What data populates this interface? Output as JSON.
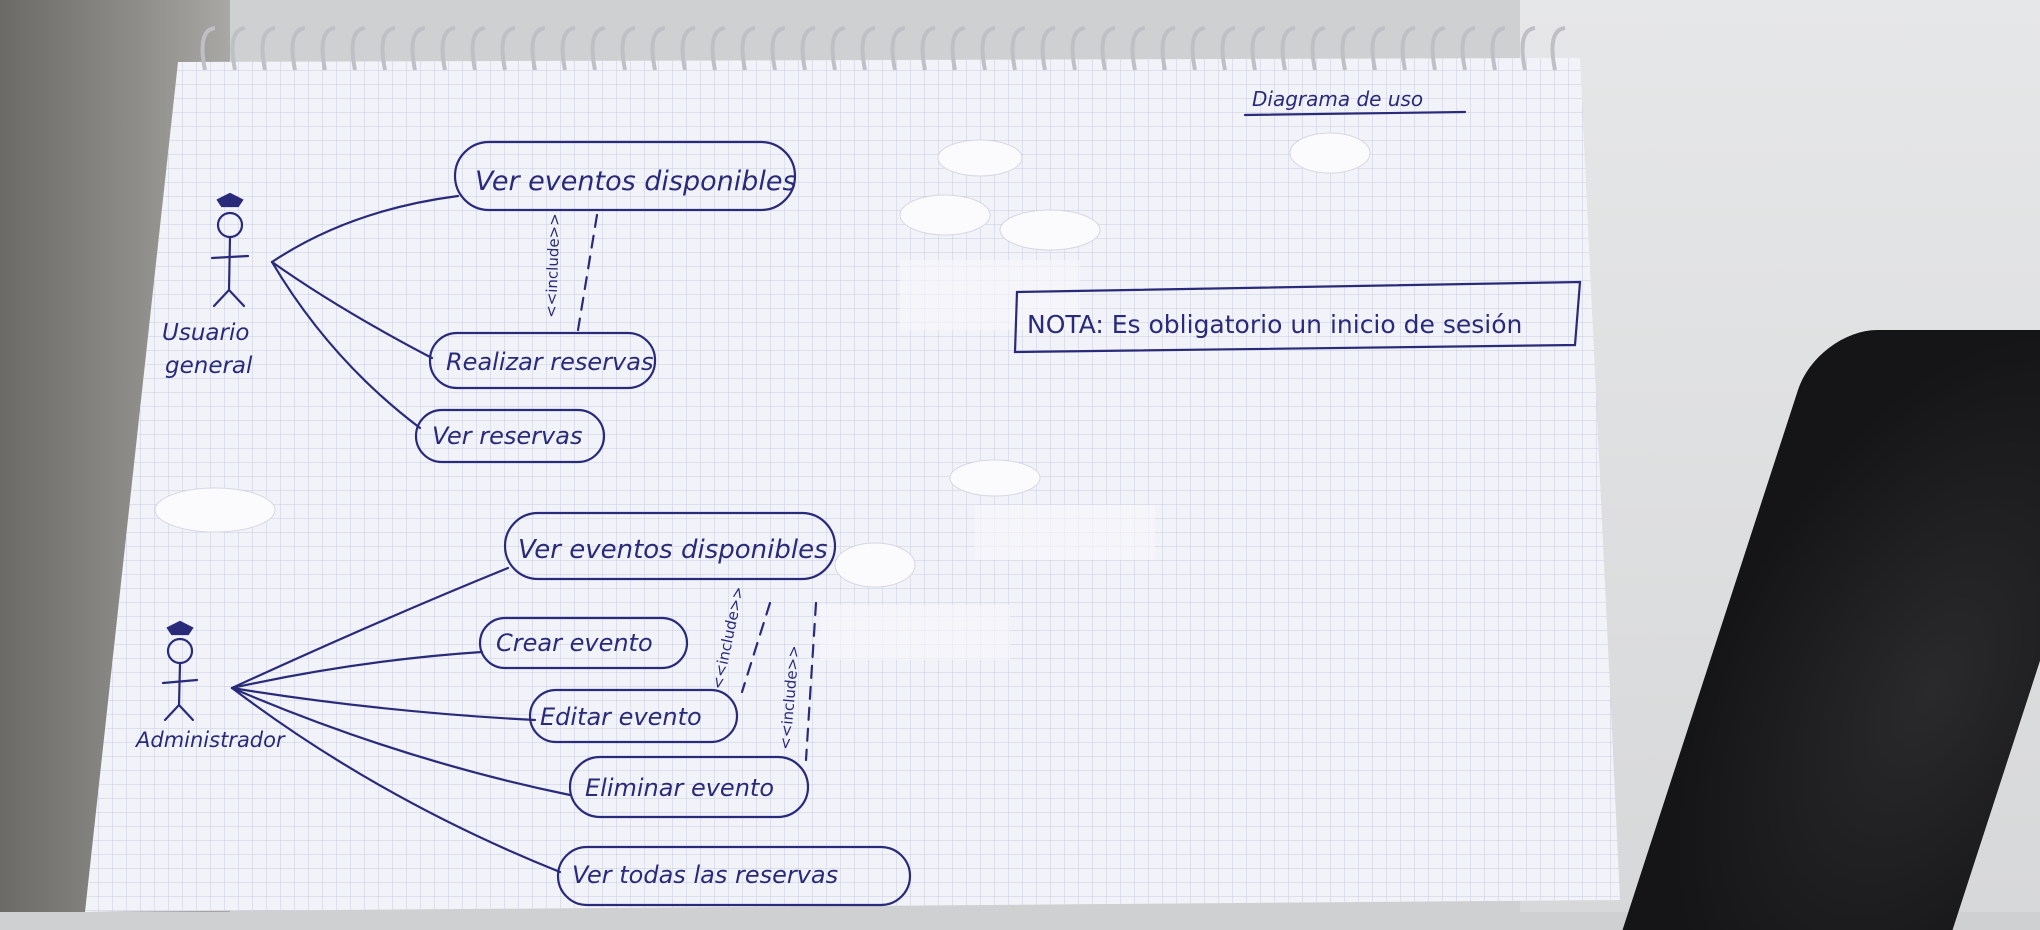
{
  "diagram": {
    "title": "Diagrama de uso",
    "note": "NOTA: Es obligatorio un inicio de sesión",
    "actors": [
      {
        "id": "usuario",
        "label_line1": "Usuario",
        "label_line2": "general"
      },
      {
        "id": "admin",
        "label_line1": "Administrador",
        "label_line2": ""
      }
    ],
    "use_cases": {
      "ver_eventos_user": "Ver eventos disponibles",
      "realizar_reservas": "Realizar reservas",
      "ver_reservas": "Ver reservas",
      "ver_eventos_admin": "Ver eventos disponibles",
      "crear_evento": "Crear evento",
      "editar_evento": "Editar evento",
      "eliminar_evento": "Eliminar evento",
      "ver_todas_reservas": "Ver todas las reservas"
    },
    "include_label": "<<include>>"
  },
  "colors": {
    "ink": "#2a2a7a",
    "paper": "#f2f3f8",
    "grid": "#c9cbe0"
  }
}
